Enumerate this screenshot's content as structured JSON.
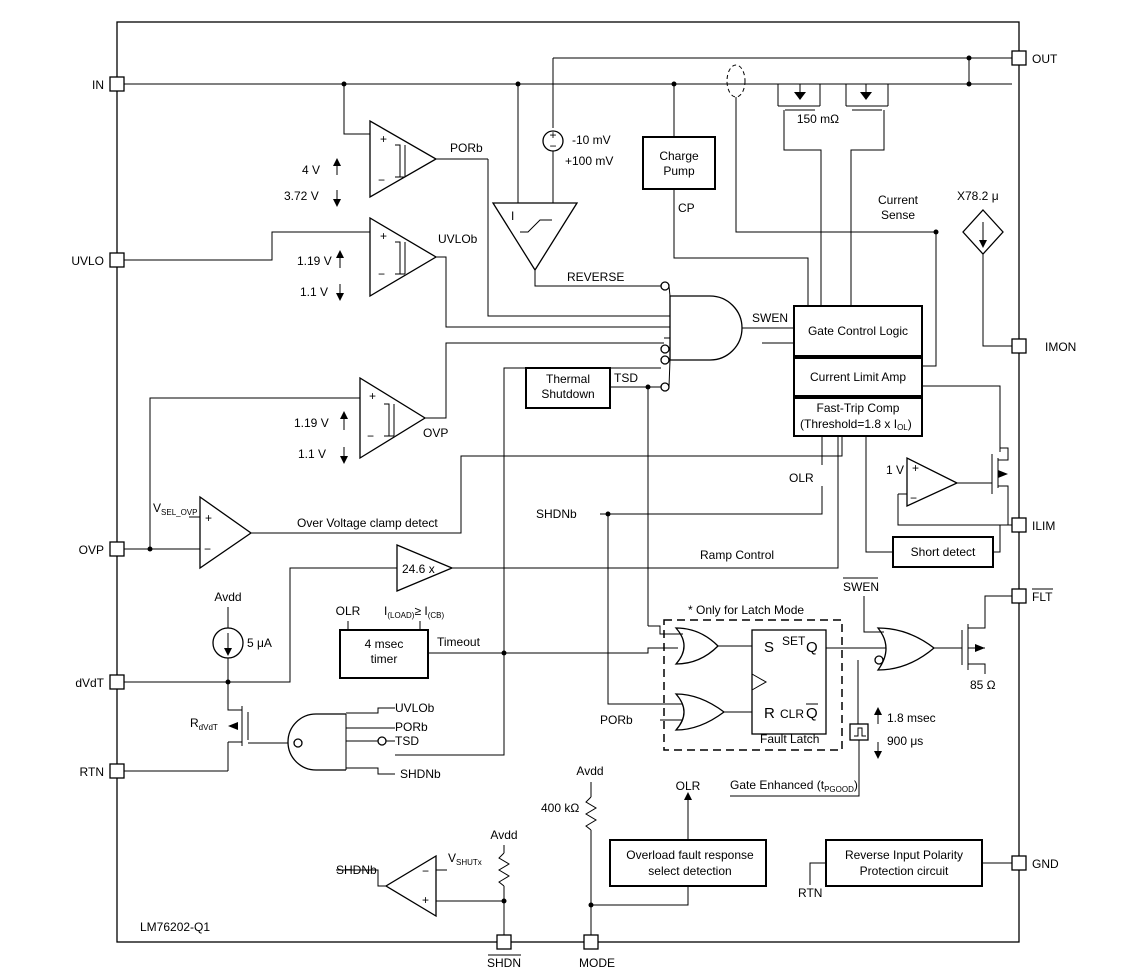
{
  "chip": {
    "name": "LM76202-Q1"
  },
  "pins": {
    "in": "IN",
    "out": "OUT",
    "uvlo": "UVLO",
    "imon": "IMON",
    "ovp": "OVP",
    "ilim": "ILIM",
    "dvdt": "dVdT",
    "flt": "FLT",
    "rtn": "RTN",
    "gnd": "GND",
    "shdn": "SHDN",
    "mode": "MODE"
  },
  "blocks": {
    "charge_pump": [
      "Charge",
      "Pump"
    ],
    "gate_control": "Gate Control Logic",
    "current_limit": "Current Limit Amp",
    "fast_trip": "Fast-Trip Comp",
    "fast_trip_threshold": "(Threshold=1.8 x I",
    "fast_trip_sub": "OL",
    "thermal": [
      "Thermal",
      "Shutdown"
    ],
    "timer": [
      "4 msec",
      "timer"
    ],
    "short_detect": "Short detect",
    "overload": [
      "Overload fault response",
      "select detection"
    ],
    "reverse_polarity": [
      "Reverse Input Polarity",
      "Protection circuit"
    ],
    "fault_latch": "Fault Latch",
    "latch_note": "* Only for Latch Mode"
  },
  "signals": {
    "porb": "PORb",
    "uvlob": "UVLOb",
    "reverse": "REVERSE",
    "swen": "SWEN",
    "tsd": "TSD",
    "ovp": "OVP",
    "olr": "OLR",
    "shdnb": "SHDNb",
    "ov_clamp": "Over Voltage clamp detect",
    "ramp": "Ramp Control",
    "timeout": "Timeout",
    "cp": "CP",
    "current_sense": [
      "Current",
      "Sense"
    ],
    "gate_enhanced": "Gate Enhanced (t",
    "gate_enhanced_sub": "PGOOD",
    "v_sel": "V",
    "v_sel_sub": "SEL_OVP",
    "v_shut": "V",
    "v_shut_sub": "SHUTx",
    "i_load": "I",
    "i_load_sub": "(LOAD)",
    "ge": "≥ I",
    "i_cb_sub": "(CB)",
    "r_dvdt": "R",
    "r_dvdt_sub": "dVdT",
    "avdd": "Avdd",
    "swen_bar": "SWEN",
    "s": "S",
    "set": "SET",
    "q": "Q",
    "r": "R",
    "clr": "CLR",
    "qbar": "Q",
    "plus": "+",
    "minus": "−",
    "amp_i": "I"
  },
  "values": {
    "por_hi": "4 V",
    "por_lo": "3.72 V",
    "uvlo_hi": "1.19 V",
    "uvlo_lo": "1.1 V",
    "ovp_hi": "1.19 V",
    "ovp_lo": "1.1 V",
    "rev_hi": "-10 mV",
    "rev_lo": "+100 mV",
    "rdson": "150 mΩ",
    "imon_gain": "X78.2 μ",
    "ramp_gain": "24.6 x",
    "isrc": "5 μA",
    "ilim_ref": "1 V",
    "r_flt": "85 Ω",
    "r_mode": "400 kΩ",
    "t_hi": "1.8 msec",
    "t_lo": "900 μs"
  }
}
